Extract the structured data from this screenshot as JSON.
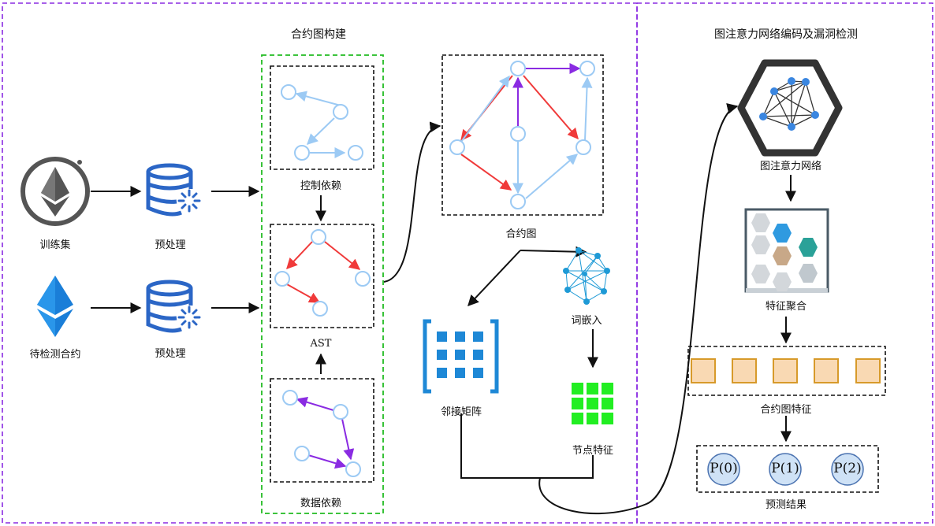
{
  "sections": {
    "left_title": "合约图构建",
    "right_title": "图注意力网络编码及漏洞检测"
  },
  "inputs": {
    "train_label": "训练集",
    "test_label": "待检测合约",
    "preprocess_label_1": "预处理",
    "preprocess_label_2": "预处理"
  },
  "graphs": {
    "control_dep": "控制依赖",
    "ast": "AST",
    "data_dep": "数据依赖",
    "contract_graph": "合约图"
  },
  "features": {
    "adjacency": "邻接矩阵",
    "word_embedding": "词嵌入",
    "node_features": "节点特征"
  },
  "gat": {
    "network": "图注意力网络",
    "aggregation": "特征聚合",
    "graph_features": "合约图特征",
    "prediction": "预测结果",
    "outputs": [
      "P(0)",
      "P(1)",
      "P(2)"
    ]
  },
  "colors": {
    "purple_border": "#8a2be2",
    "green_border": "#22bb22",
    "control_blue": "#9ccaf4",
    "ast_red": "#f03a3a",
    "data_purple": "#8a2be2",
    "db_blue": "#2b66c6",
    "matrix_blue": "#1e88d6",
    "node_green": "#22ee22",
    "cell_orange": "#f9d9b3",
    "cell_orange_border": "#d79a2a",
    "output_fill": "#cfe2f6",
    "output_border": "#4a72b0"
  }
}
